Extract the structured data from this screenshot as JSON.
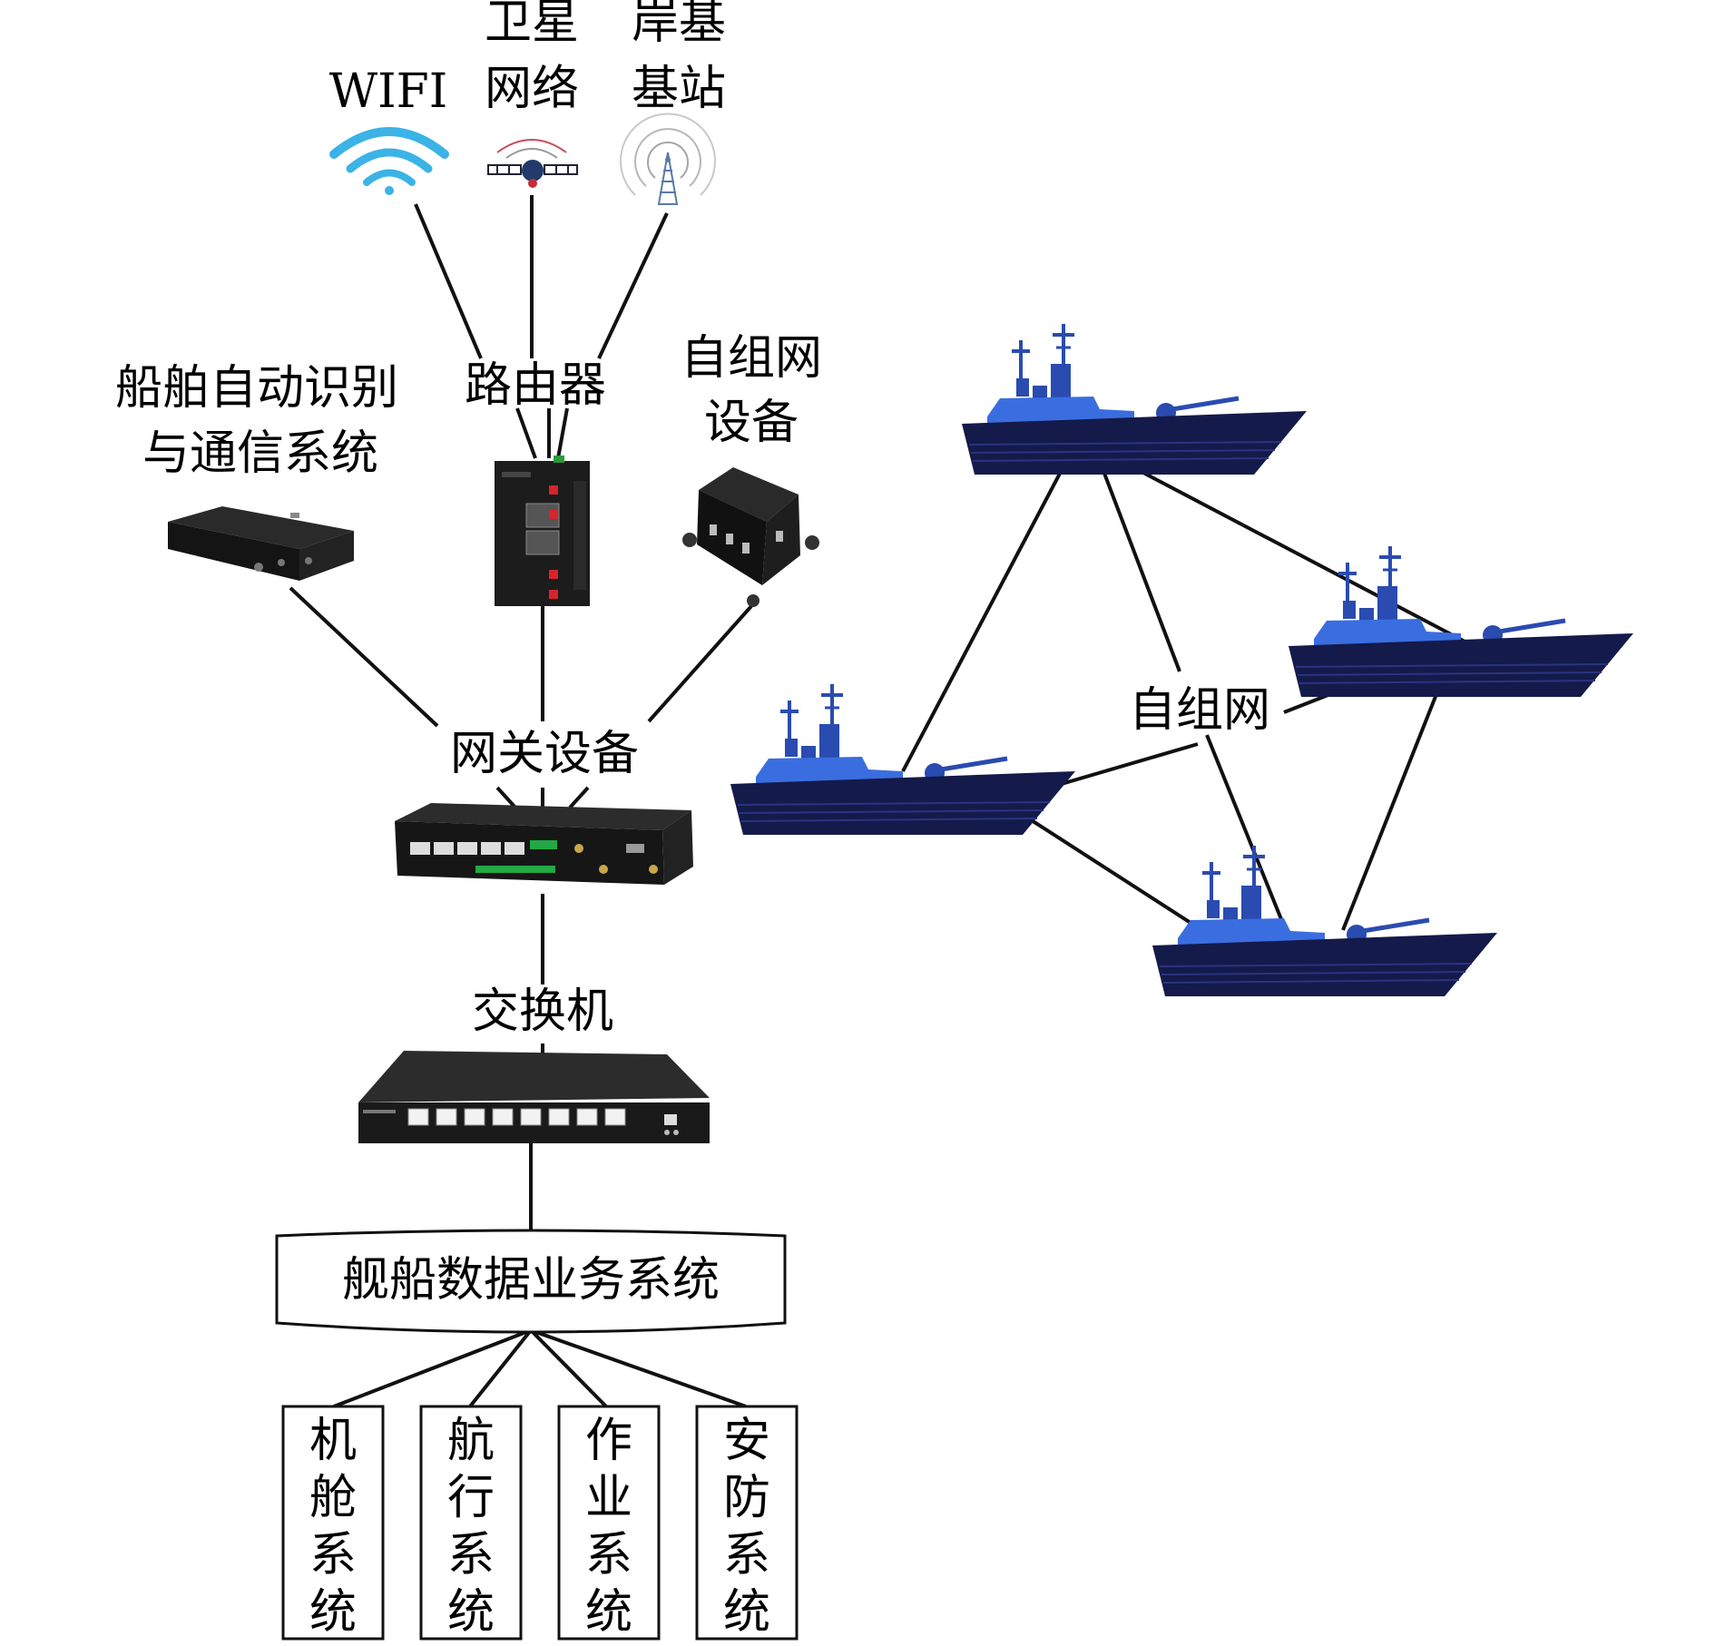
{
  "labels": {
    "wifi": "WIFI",
    "satellite_line1": "卫星",
    "satellite_line2": "网络",
    "shore_line1": "岸基",
    "shore_line2": "基站",
    "router": "路由器",
    "ais_line1": "船舶自动识别",
    "ais_line2": "与通信系统",
    "adhoc_device_line1": "自组网",
    "adhoc_device_line2": "设备",
    "gateway": "网关设备",
    "switch": "交换机",
    "data_system": "舰船数据业务系统",
    "adhoc_network": "自组网"
  },
  "subsystems": [
    [
      "机",
      "舱",
      "系",
      "统"
    ],
    [
      "航",
      "行",
      "系",
      "统"
    ],
    [
      "作",
      "业",
      "系",
      "统"
    ],
    [
      "安",
      "防",
      "系",
      "统"
    ]
  ],
  "icons": {
    "wifi": "wifi-icon",
    "satellite": "satellite-icon",
    "tower": "signal-tower-icon",
    "router": "router-device",
    "ais": "ais-device",
    "adhoc": "adhoc-radio-device",
    "gateway": "gateway-device",
    "switch": "ethernet-switch",
    "ship": "warship-icon"
  },
  "colors": {
    "line": "#111111",
    "wifi": "#3bb3e6",
    "ship_hull": "#141a4a",
    "ship_superstructure": "#3a6ee0",
    "device": "#1c1c1c",
    "router_port_red": "#d6242a",
    "gateway_green": "#22a844"
  }
}
